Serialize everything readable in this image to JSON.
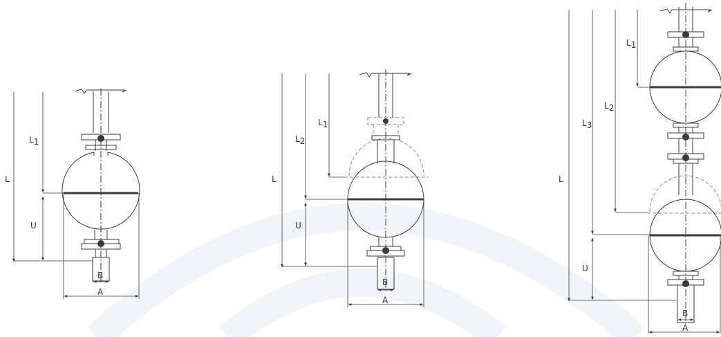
{
  "labels": {
    "L": "L",
    "L1_base": "L",
    "L1_sub": "1",
    "L2_base": "L",
    "L2_sub": "2",
    "L3_base": "L",
    "L3_sub": "3",
    "U": "U",
    "A": "A",
    "B": "B"
  }
}
